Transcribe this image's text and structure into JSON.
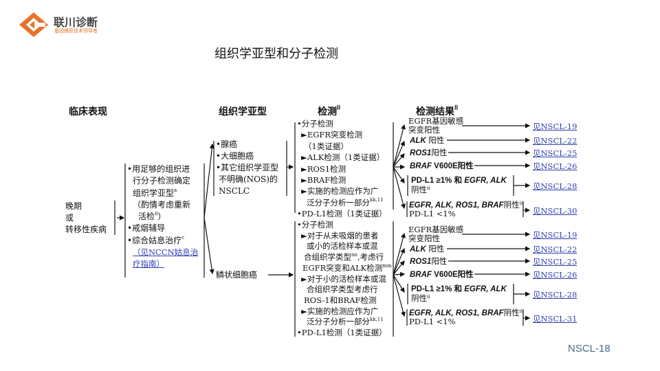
{
  "logo": {
    "name": "联川诊断",
    "tagline": "基因捕获技术领导者",
    "brand_color": "#e8722c"
  },
  "title": "组织学亚型和分子检测",
  "headers": {
    "clinical": "临床表现",
    "subtype": "组织学亚型",
    "tests": "检测",
    "tests_sup": "jj",
    "results": "检测结果",
    "results_sup": "jj"
  },
  "clinical": [
    "晚期",
    "或",
    "转移性疾病"
  ],
  "workup": {
    "l1": "•用足够的组织进",
    "l2": "行分子检测确定",
    "l3": "组织学亚型",
    "l3_sup": "a",
    "l4": "（酌情考虑重新",
    "l5": "活检",
    "l5_sup": "ii",
    "l5_end": "）",
    "l6": "•戒烟辅导",
    "l7": "•综合姑息治疗",
    "l7_sup": "c",
    "link1": "（见NCCN姑息治",
    "link2": "疗指南）"
  },
  "subtypes": {
    "nonsquamous": [
      "•腺癌",
      "•大细胞癌",
      "•其它组织学亚型",
      "不明确(NOS)的",
      "NSCLC"
    ],
    "squamous": "鳞状细胞癌"
  },
  "tests_top": {
    "l1": "•分子检测",
    "l2": "►EGFR突变检测",
    "l3": "（1类证据）",
    "l4": "►ALK检测（1类证据）",
    "l5": "►ROS1检测",
    "l6": "►BRAF检测",
    "l7": "►实施的检测应作为广",
    "l8": "泛分子分析一部分",
    "l8_sup": "kk,11",
    "l9": "•PD-L1检测（1类证据）"
  },
  "tests_bottom": {
    "l1": "•分子检测",
    "l2": "►对于从未吸烟的患者",
    "l3": "或小的活检样本或混",
    "l4": "合组织学类型",
    "l4_sup": "nn",
    "l4_end": ",考虑行",
    "l5": "EGFR突变和ALK检测",
    "l5_sup": "mm",
    "l6": "►对于小的活检样本或混",
    "l7": "合组织学类型考虑行",
    "l8": "ROS-1和BRAF检测",
    "l9": "►实施的检测应作为广",
    "l10": "泛分子分析一部分",
    "l10_sup": "kk,11",
    "l11": "•PD-L1检测（1类证据）"
  },
  "results_top": {
    "egfr1": "EGFR基因敏感",
    "egfr2": "突变阳性",
    "alk": "ALK",
    "alk_s": " 阳性",
    "ros1": "ROS1",
    "ros1_s": "阳性",
    "braf": "BRAF",
    "braf_s": " V600E阳性",
    "pdl1_a": "PD-L1 ≥1% 和 ",
    "pdl1_b": "EGFR, ALK",
    "pdl1_c": "阴性",
    "pdl1_sup": "ii",
    "neg_a": "EGFR, ALK, ROS1, BRAF",
    "neg_b": "阴性",
    "neg_sup": "ii",
    "neg_c": "PD-L1 <1%",
    "links": [
      "见NSCL-19",
      "见NSCL-22",
      "见NSCL-25",
      "见NSCL-26",
      "见NSCL-28",
      "见NSCL-30"
    ]
  },
  "results_bottom": {
    "egfr1": "EGFR基因敏感",
    "egfr2": "突变阳性",
    "alk": "ALK",
    "alk_s": " 阳性",
    "ros1": "ROS1",
    "ros1_s": "阳性",
    "braf": "BRAF",
    "braf_s": " V600E阳性",
    "pdl1_a": "PD-L1 ≥1% 和 ",
    "pdl1_b": "EGFR, ALK",
    "pdl1_c": "阴性",
    "pdl1_sup": "ii",
    "neg_a": "EGFR, ALK, ROS1, BRAF",
    "neg_b": "阴性",
    "neg_sup": "ii",
    "neg_c": "PD-L1 <1%",
    "links": [
      "见NSCL-19",
      "见NSCL-22",
      "见NSCL-25",
      "见NSCL-26",
      "见NSCL-28",
      "见NSCL-31"
    ]
  },
  "page_label": "NSCL-18"
}
